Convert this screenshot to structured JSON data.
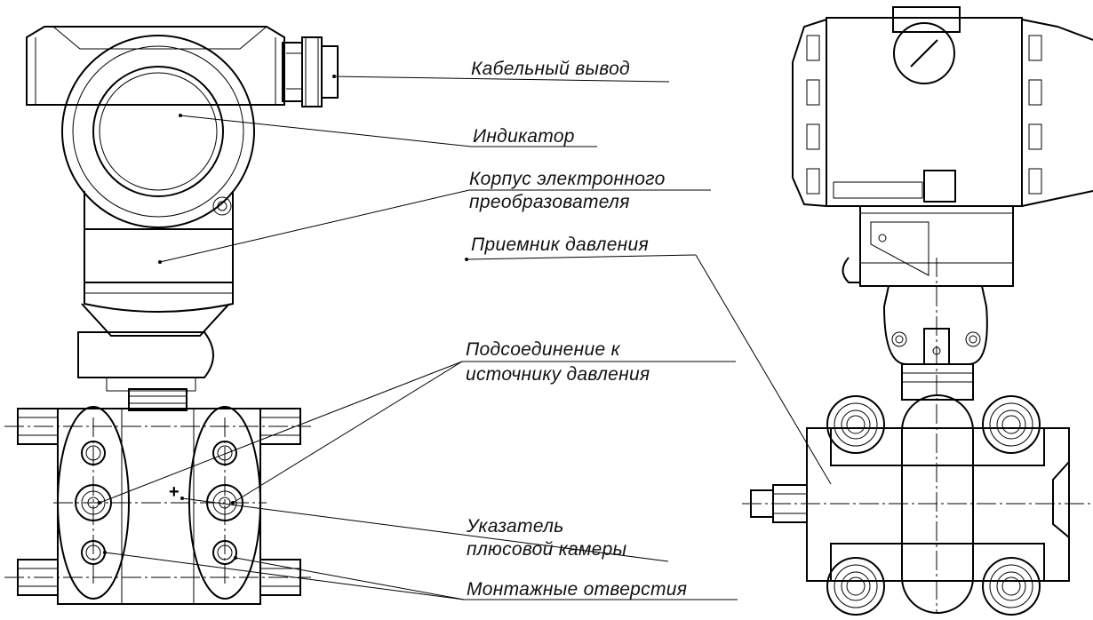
{
  "labels": {
    "cable_outlet": "Кабельный вывод",
    "indicator": "Индикатор",
    "housing_line1": "Корпус электронного",
    "housing_line2": "преобразователя",
    "pressure_receiver": "Приемник давления",
    "connection_line1": "Подсоединение к",
    "connection_line2": "источнику давления",
    "plus_pointer_line1": "Указатель",
    "plus_pointer_line2": "плюсовой камеры",
    "mounting_holes": "Монтажные отверстия"
  },
  "plus_mark": "+"
}
